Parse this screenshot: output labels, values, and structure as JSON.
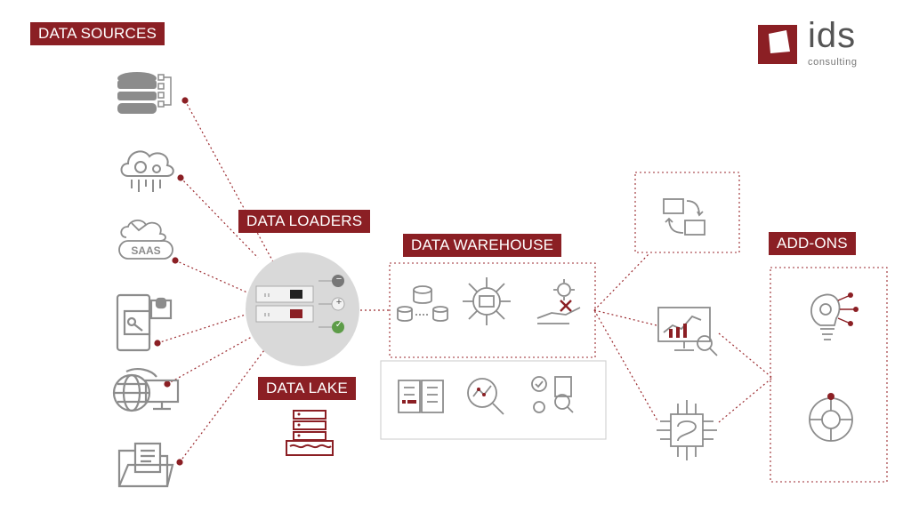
{
  "labels": {
    "data_sources": "DATA SOURCES",
    "data_loaders": "DATA LOADERS",
    "data_warehouse": "DATA WAREHOUSE",
    "data_lake": "DATA LAKE",
    "add_ons": "ADD-ONS"
  },
  "logo": {
    "name": "ids",
    "tagline": "consulting"
  },
  "loader_panel": {
    "control_symbols": [
      "−",
      "+",
      "✓"
    ]
  },
  "icons": {
    "sources": [
      "database-icon",
      "cloud-gear-icon",
      "saas-cloud-icon",
      "mobile-security-icon",
      "web-monitor-icon",
      "folder-documents-icon"
    ],
    "warehouse": [
      "database-network-icon",
      "processor-data-icon",
      "managed-hand-icon"
    ],
    "lake_tools": [
      "catalog-book-icon",
      "analytics-search-icon",
      "data-quality-icon"
    ],
    "analytics": [
      "file-sync-icon",
      "dashboard-report-icon",
      "ai-chip-icon"
    ],
    "addons": [
      "innovation-bulb-icon",
      "integration-network-icon"
    ],
    "lake": "data-lake-server-icon"
  },
  "colors": {
    "accent": "#8b1f24",
    "icon_gray": "#8c8c8c",
    "line": "#9b2a2f"
  }
}
